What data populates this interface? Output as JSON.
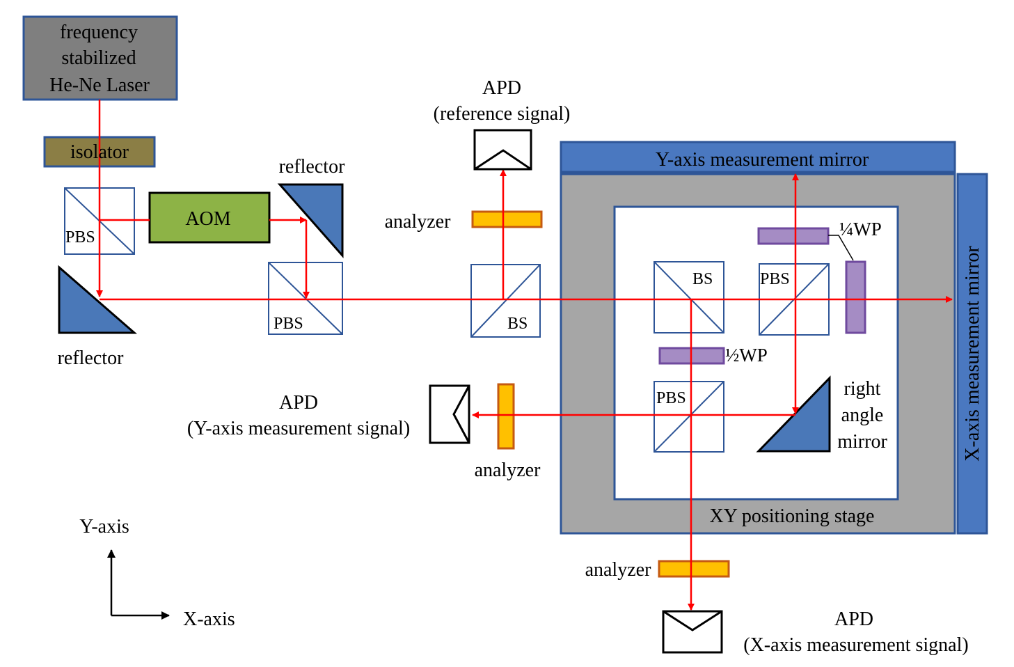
{
  "laser": {
    "lines": [
      "frequency",
      "stabilized",
      "He-Ne Laser"
    ]
  },
  "isolator": {
    "label": "isolator"
  },
  "aom": {
    "label": "AOM"
  },
  "reflectors": {
    "top_label": "reflector",
    "bottom_label": "reflector"
  },
  "pbs_labels": {
    "source": "PBS",
    "combiner": "PBS",
    "stage_upper": "PBS",
    "stage_lower": "PBS"
  },
  "bs_labels": {
    "reference": "BS",
    "stage": "BS"
  },
  "apd_reference": {
    "title": "APD",
    "subtitle": "(reference signal)"
  },
  "apd_y": {
    "title": "APD",
    "subtitle": "(Y-axis  measurement  signal)"
  },
  "apd_x": {
    "title": "APD",
    "subtitle": "(X-axis measurement signal)"
  },
  "analyzers": {
    "reference": "analyzer",
    "y_signal": "analyzer",
    "x_signal": "analyzer"
  },
  "mirrors": {
    "y_axis": "Y-axis  measurement   mirror",
    "x_axis": "X-axis  measurement   mirror",
    "right_angle": [
      "right",
      "angle",
      "mirror"
    ]
  },
  "waveplates": {
    "quarter": "¼WP",
    "half": "½WP"
  },
  "stage": {
    "label": "XY  positioning  stage"
  },
  "axes": {
    "y": "Y-axis",
    "x": "X-axis"
  },
  "colors": {
    "beam": "#ff0000",
    "laser_fill": "#7f7f7f",
    "box_border": "#2e5597",
    "isolator_fill": "#8b7e45",
    "aom_fill": "#8db346",
    "prism_fill": "#4a78b8",
    "mirror_fill": "#4a78c0",
    "stage_fill": "#a6a6a6",
    "analyzer_fill": "#ffc000",
    "analyzer_border": "#c55a11",
    "waveplate_fill": "#a58cc4",
    "waveplate_border": "#6f4a9e"
  }
}
